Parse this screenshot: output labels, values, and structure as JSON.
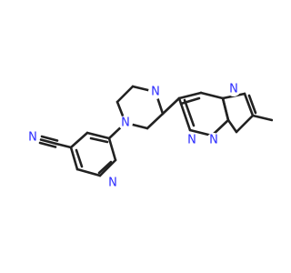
{
  "molecule": {
    "atom_color": "#2b2bff",
    "bond_color": "#222222",
    "atoms": {
      "nitrile_n": "N",
      "pyridine_n": "N",
      "piperazine_n1": "N",
      "piperazine_n2": "N",
      "pyridazine_n1": "N",
      "pyridazine_n2": "N",
      "imidazole_n": "N"
    }
  }
}
